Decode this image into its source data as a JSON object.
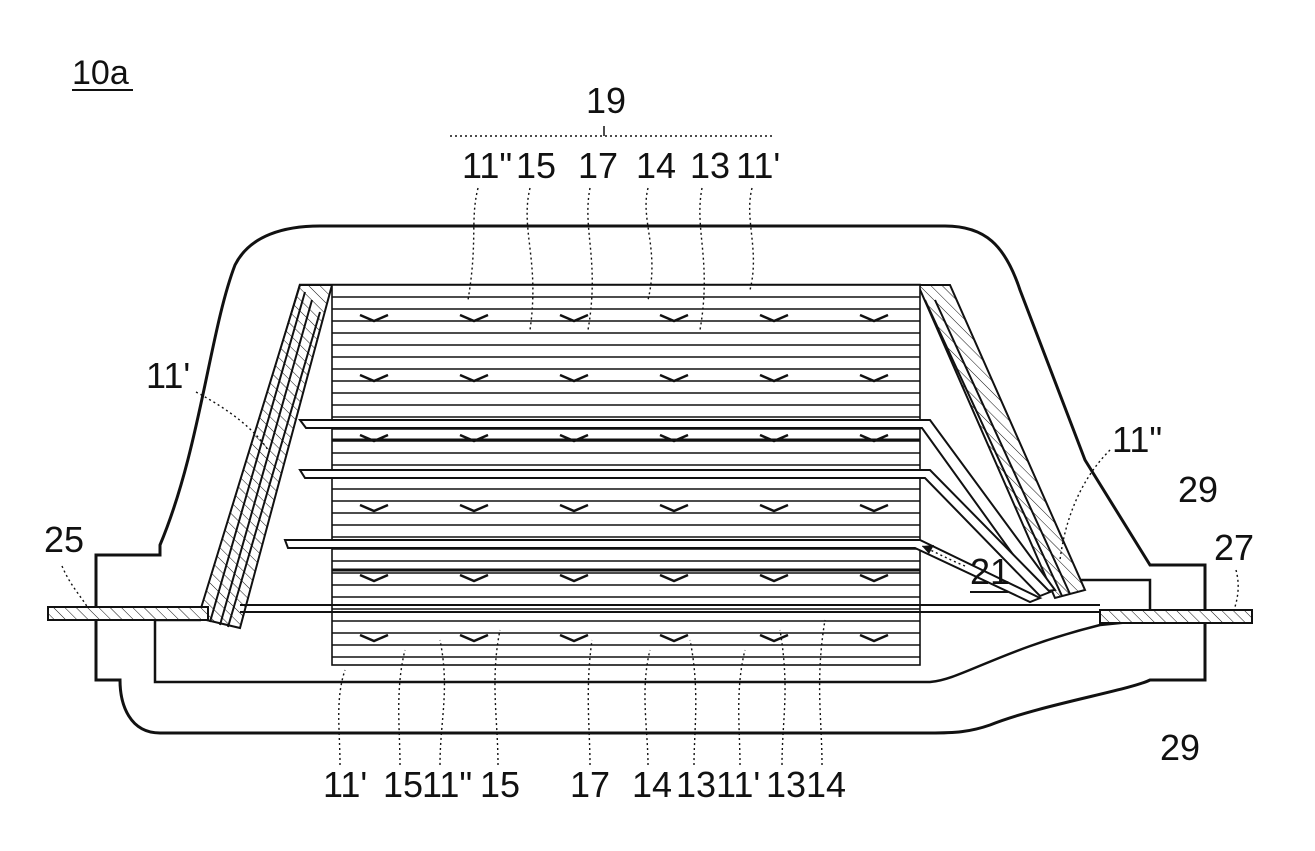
{
  "figure": {
    "reference": "10a",
    "bracket_label": "19",
    "top_labels": [
      "11\"",
      "15",
      "17",
      "14",
      "13",
      "11'"
    ],
    "bottom_labels": [
      "11'",
      "15",
      "11\"",
      "15",
      "17",
      "14",
      "13",
      "11'",
      "13",
      "14"
    ],
    "side_labels": {
      "left_11p": "11'",
      "left_25": "25",
      "right_11pp": "11\"",
      "right_29_top": "29",
      "right_27": "27",
      "right_21": "21",
      "right_29_bottom": "29"
    }
  }
}
